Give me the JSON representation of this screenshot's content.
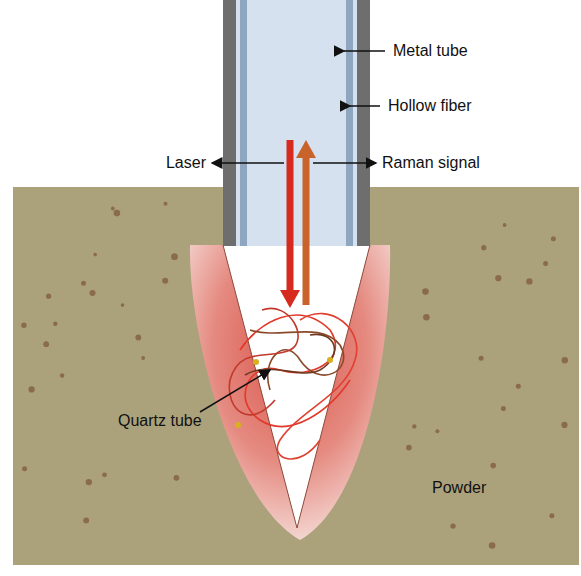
{
  "diagram": {
    "labels": [
      "Metal tube",
      "Hollow fiber",
      "Laser",
      "Raman signal",
      "Quartz tube",
      "Powder"
    ]
  }
}
